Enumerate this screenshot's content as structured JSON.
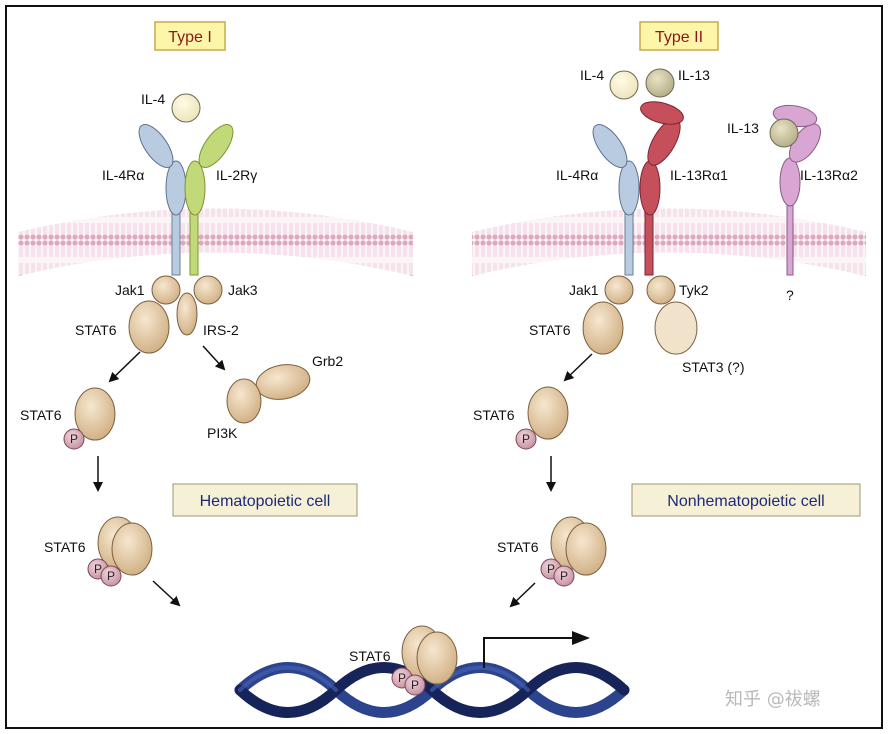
{
  "type1": {
    "title": "Type I",
    "cell_label": "Hematopoietic cell",
    "ligand": "IL-4",
    "receptor_a": "IL-4Rα",
    "receptor_b": "IL-2Rγ",
    "kinase_a": "Jak1",
    "kinase_b": "Jak3",
    "stat_bound": "STAT6",
    "adapter": "IRS-2",
    "grb": "Grb2",
    "pi3k": "PI3K",
    "stat_p": "STAT6",
    "stat_dimer": "STAT6"
  },
  "type2": {
    "title": "Type II",
    "cell_label": "Nonhematopoietic cell",
    "ligand_a": "IL-4",
    "ligand_b": "IL-13",
    "ligand_c": "IL-13",
    "receptor_a": "IL-4Rα",
    "receptor_b": "IL-13Rα1",
    "receptor_c": "IL-13Rα2",
    "kinase_a": "Jak1",
    "kinase_b": "Tyk2",
    "stat_bound": "STAT6",
    "stat3": "STAT3 (?)",
    "unknown": "?",
    "stat_p": "STAT6",
    "stat_dimer": "STAT6"
  },
  "nucleus": {
    "stat": "STAT6"
  },
  "phospho": "P",
  "watermark": "知乎 @祓螺",
  "colors": {
    "border": "#111111",
    "label_box": "#fdf6a8",
    "label_box_border": "#c8a94a",
    "cell_box": "#f6f1d6",
    "il4r": "#b9cbe0",
    "il2rg": "#c2d97a",
    "il13ra1": "#c5505c",
    "il13ra2": "#d9a6d4",
    "stat": "#e3c9a4",
    "phospho": "#d8a8b4",
    "membrane": "#d9a0b8",
    "dna": "#1c2f6f"
  }
}
